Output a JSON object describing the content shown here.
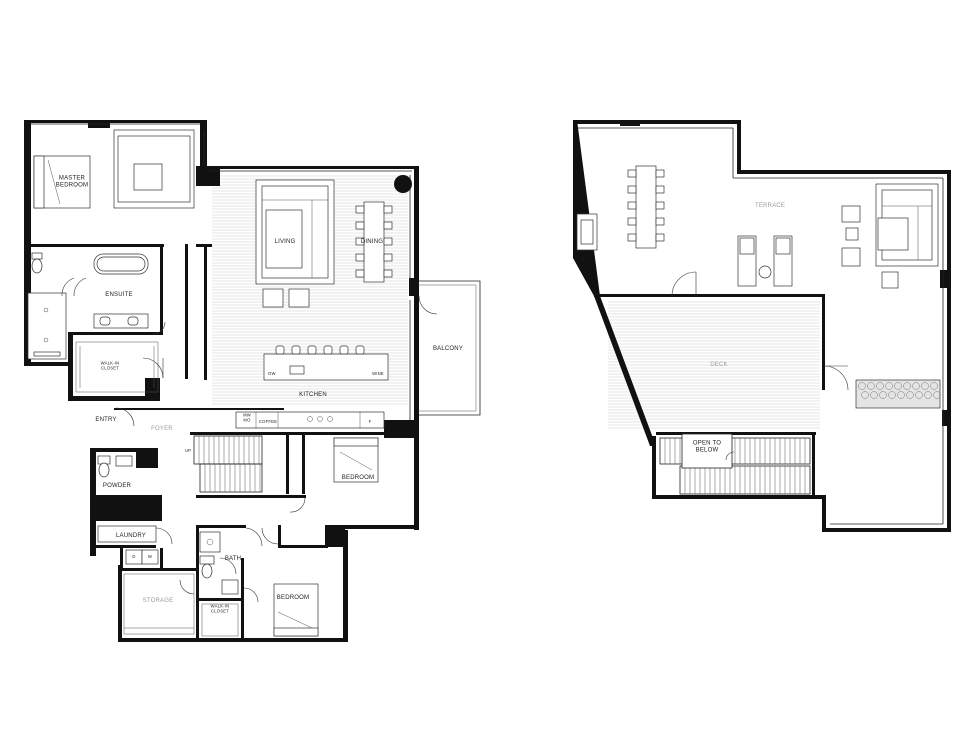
{
  "main_floor": {
    "rooms": {
      "master_bedroom": "MASTER\nBEDROOM",
      "ensuite": "ENSUITE",
      "walk_in_closet_1": "WALK-IN\nCLOSET",
      "living": "LIVING",
      "dining": "DINING",
      "kitchen": "KITCHEN",
      "balcony": "BALCONY",
      "entry": "ENTRY",
      "foyer": "FOYER",
      "powder": "POWDER",
      "laundry": "LAUNDRY",
      "storage": "STORAGE",
      "bath": "BATH",
      "bedroom_1": "BEDROOM",
      "bedroom_2": "BEDROOM",
      "walk_in_closet_2": "WALK-IN\nCLOSET"
    },
    "fixtures": {
      "dw": "DW",
      "wine": "WINE",
      "microwave": "MW\nMO",
      "coffee": "COFFEE",
      "fridge": "F",
      "washer": "W",
      "dryer": "D",
      "up": "UP"
    }
  },
  "upper_floor": {
    "rooms": {
      "roof_terrace": "TERRACE",
      "deck": "DECK",
      "open_to_below": "OPEN TO\nBELOW"
    }
  }
}
